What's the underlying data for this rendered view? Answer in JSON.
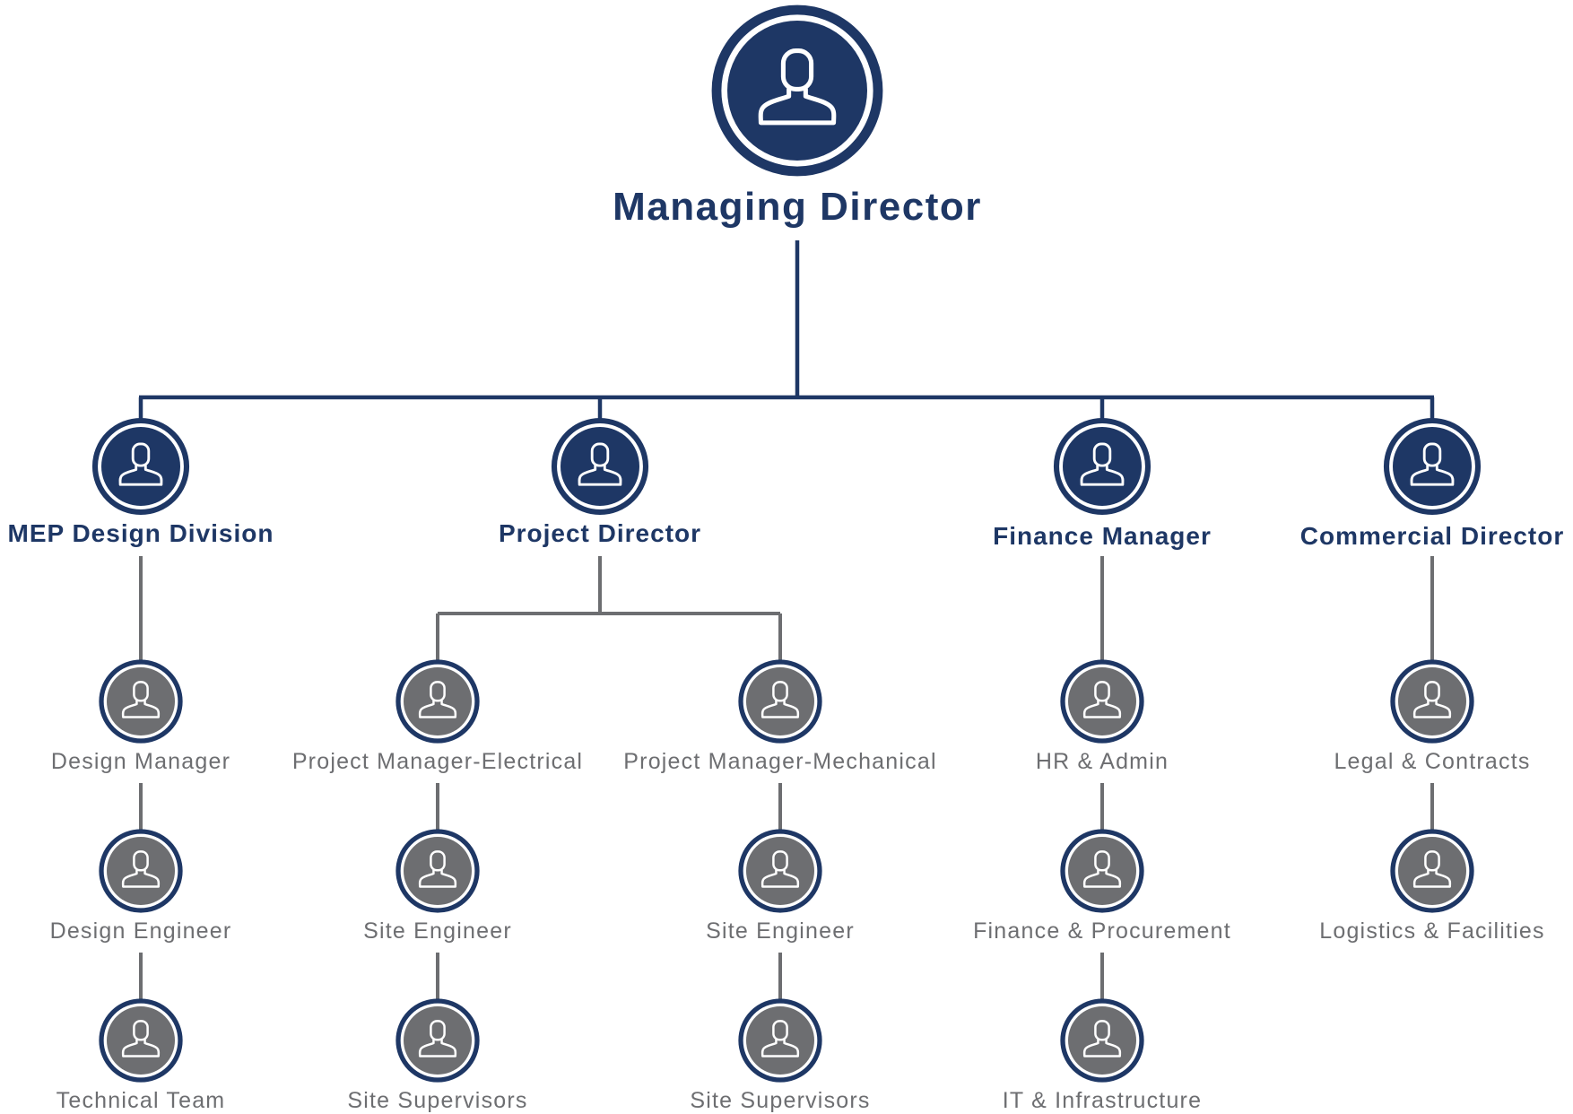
{
  "colors": {
    "navy": "#1e3765",
    "gray": "#6d6e71",
    "line_gray": "#6d6e71",
    "white": "#ffffff"
  },
  "icon": "person-avatar-icon",
  "root": {
    "title": "Managing Director"
  },
  "departments": [
    {
      "title": "MEP Design Division",
      "branches": [
        [
          "Design Manager",
          "Design Engineer",
          "Technical Team"
        ]
      ]
    },
    {
      "title": "Project Director",
      "branches": [
        [
          "Project Manager-Electrical",
          "Site Engineer",
          "Site Supervisors"
        ],
        [
          "Project Manager-Mechanical",
          "Site Engineer",
          "Site Supervisors"
        ]
      ]
    },
    {
      "title": "Finance Manager",
      "branches": [
        [
          "HR & Admin",
          "Finance & Procurement",
          "IT & Infrastructure"
        ]
      ]
    },
    {
      "title": "Commercial Director",
      "branches": [
        [
          "Legal & Contracts",
          "Logistics & Facilities"
        ]
      ]
    }
  ]
}
